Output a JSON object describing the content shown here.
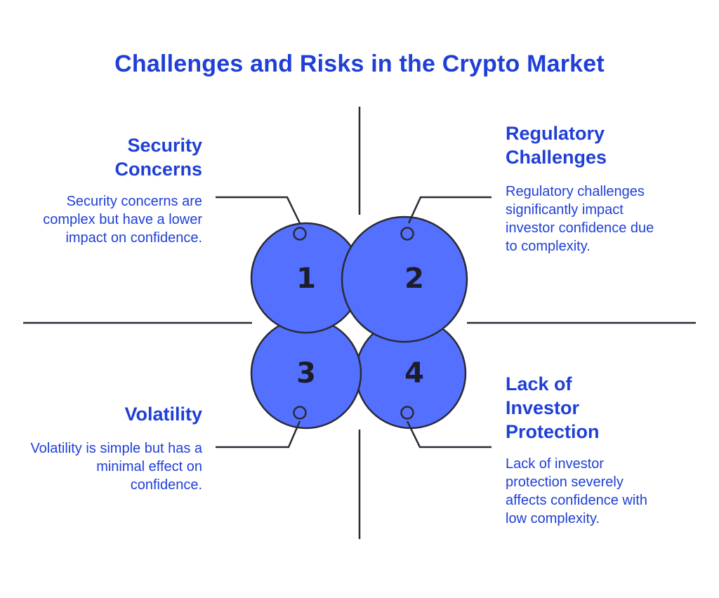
{
  "title": "Challenges and Risks in the Crypto Market",
  "colors": {
    "accent": "#1f3fd6",
    "circle_fill": "#5470ff",
    "stroke": "#2a2a35"
  },
  "quadrants": [
    {
      "number": "1",
      "heading": "Security Concerns",
      "description": "Security concerns are complex but have a lower impact on confidence."
    },
    {
      "number": "2",
      "heading": "Regulatory Challenges",
      "description": "Regulatory challenges significantly impact investor confidence due to complexity."
    },
    {
      "number": "3",
      "heading": "Volatility",
      "description": "Volatility is simple but has a minimal effect on confidence."
    },
    {
      "number": "4",
      "heading": "Lack of Investor Protection",
      "description": "Lack of investor protection severely affects confidence with low complexity."
    }
  ]
}
